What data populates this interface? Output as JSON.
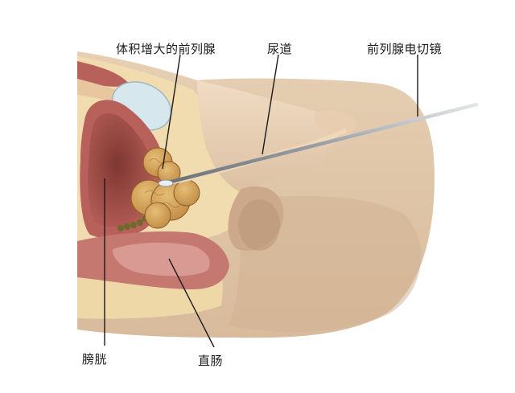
{
  "labels": {
    "prostate": "体积增大的前列腺",
    "urethra": "尿道",
    "resectoscope": "前列腺电切镜",
    "bladder": "膀胱",
    "rectum": "直肠"
  },
  "colors": {
    "skin": "#e2c9ab",
    "skin_shadow": "#c9ab8c",
    "fat": "#f1dcaf",
    "muscle": "#b8605a",
    "bladder_inner": "#9a4a44",
    "prostate": "#d8a85e",
    "urine_clear": "#cfe1ea",
    "rectum": "#cf8d86",
    "instrument": "#9a9fa4",
    "leader": "#1a1a1a"
  }
}
